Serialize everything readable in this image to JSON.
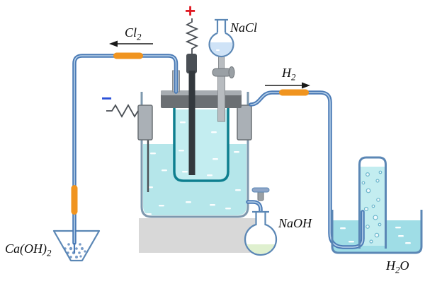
{
  "diagram": {
    "type": "chemistry-apparatus",
    "labels": {
      "positive_terminal": "+",
      "negative_terminal": "−",
      "nacl": "NaCl",
      "cl2_main": "Cl",
      "cl2_sub": "2",
      "h2_main": "H",
      "h2_sub": "2",
      "naoh": "NaOH",
      "caoh2_main": "Ca(OH)",
      "caoh2_sub": "2",
      "h2o_main": "H",
      "h2o_sub": "2",
      "h2o_tail": "O"
    }
  },
  "colors": {
    "tube": "#4a7ab5",
    "tube_highlight": "#b9d2ea",
    "connector_orange": "#f0941f",
    "liquid_teal": "#b5e6ea",
    "liquid_inner": "#c3edf0",
    "liquid_blue": "#cfe3f7",
    "liquid_green": "#dff0cf",
    "water_teal": "#9fdde6",
    "electrode_dark": "#33383d",
    "lid_gray": "#6b6f73",
    "metal_gray": "#aab0b6",
    "base_gray": "#d8d8d8",
    "glass_outline": "#5b87b5",
    "inner_vessel": "#0e7f8f",
    "plus_red": "#e01b24",
    "minus_blue": "#2b50d8"
  }
}
